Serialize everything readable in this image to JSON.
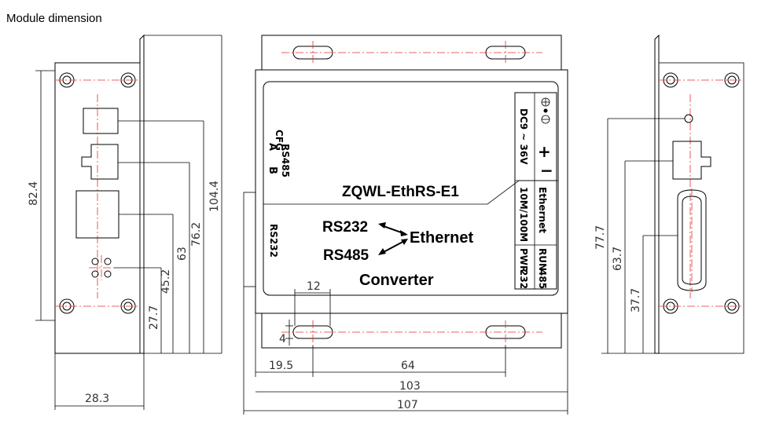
{
  "title": "Module dimension",
  "left_view": {
    "height_outer": "82.4",
    "heights": [
      "104.4",
      "76.2",
      "63",
      "45.2",
      "27.7"
    ],
    "width": "28.3"
  },
  "front_view": {
    "cfg": "CFG",
    "rs485_a": "A",
    "rs485_b": "B",
    "rs485_label": "RS485",
    "rs232_side": "RS232",
    "model": "ZQWL-EthRS-E1",
    "power_range": "DC9 ~ 36V",
    "plus": "+",
    "minus": "−",
    "ethernet": "Ethernet",
    "speed": "10M/100M",
    "run": "RUN",
    "led_485": "485",
    "pwr": "PWR",
    "led_232": "232",
    "tag_rs232": "RS232",
    "tag_ethernet": "Ethernet",
    "tag_rs485": "RS485",
    "tag_converter": "Converter",
    "dim_12": "12",
    "dim_4": "4",
    "dim_19_5": "19.5",
    "dim_64": "64",
    "dim_103": "103",
    "dim_107": "107"
  },
  "right_view": {
    "heights": [
      "77.7",
      "63.7",
      "37.7"
    ]
  }
}
